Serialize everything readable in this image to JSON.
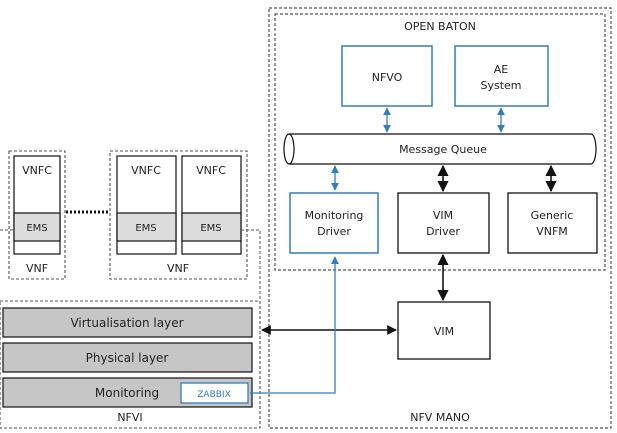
{
  "mano": {
    "title": "OPEN BATON",
    "footer": "NFV MANO"
  },
  "nfvo": "NFVO",
  "ae": {
    "line1": "AE",
    "line2": "System"
  },
  "message_queue": "Message Queue",
  "monitoring_driver": {
    "line1": "Monitoring",
    "line2": "Driver"
  },
  "vim_driver": {
    "line1": "VIM",
    "line2": "Driver"
  },
  "generic_vnfm": {
    "line1": "Generic",
    "line2": "VNFM"
  },
  "vim": "VIM",
  "vnfc": "VNFC",
  "ems": "EMS",
  "vnf": "VNF",
  "layers": {
    "virtualisation": "Virtualisation layer",
    "physical": "Physical layer",
    "monitoring": "Monitoring"
  },
  "zabbix": "ZABBIX",
  "nfvi": "NFVI",
  "colors": {
    "blue": "#2f7fc1",
    "gray_box": "#c6c6c6",
    "ems_fill": "#dcdcdc",
    "dark": "#111111",
    "dash": "#555555"
  }
}
